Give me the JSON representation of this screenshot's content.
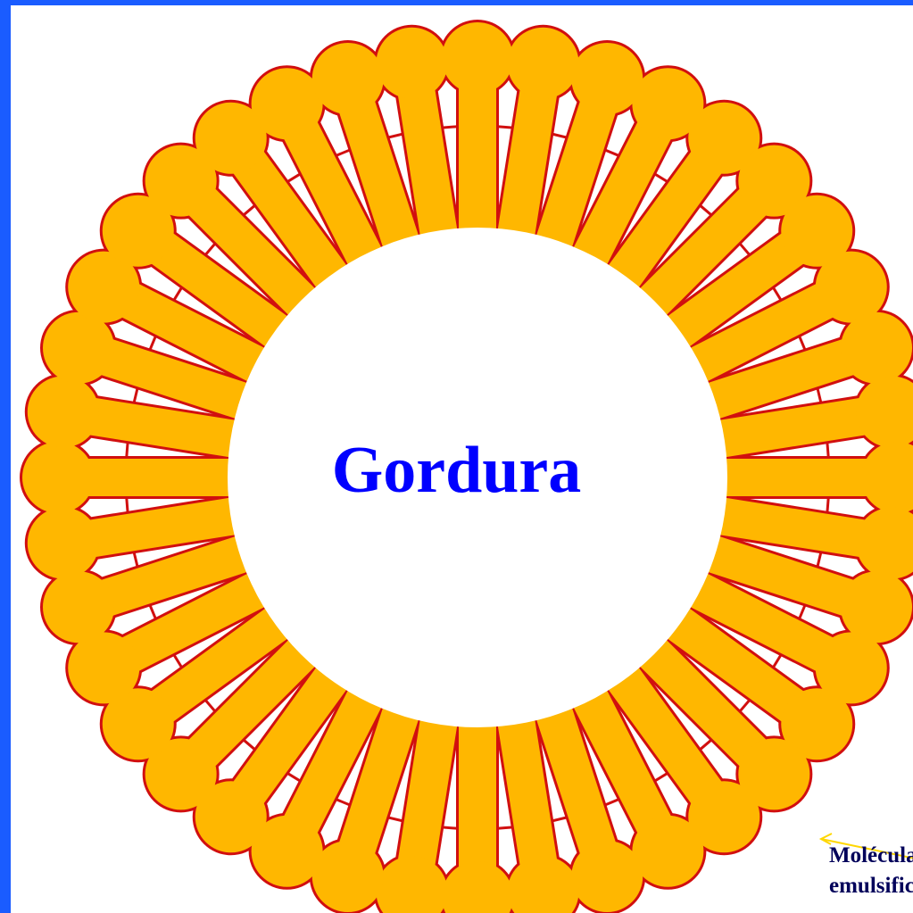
{
  "diagram": {
    "center_label": "Gordura",
    "callout_label": "Molécula\nemulsificante",
    "molecule_count": 40,
    "colors": {
      "background_border": "#1a5cff",
      "canvas": "#ffffff",
      "molecule_fill": "#ffb700",
      "molecule_outline": "#d10f0f",
      "center_text": "#0000ff",
      "callout_arrow": "#ffd700"
    }
  }
}
